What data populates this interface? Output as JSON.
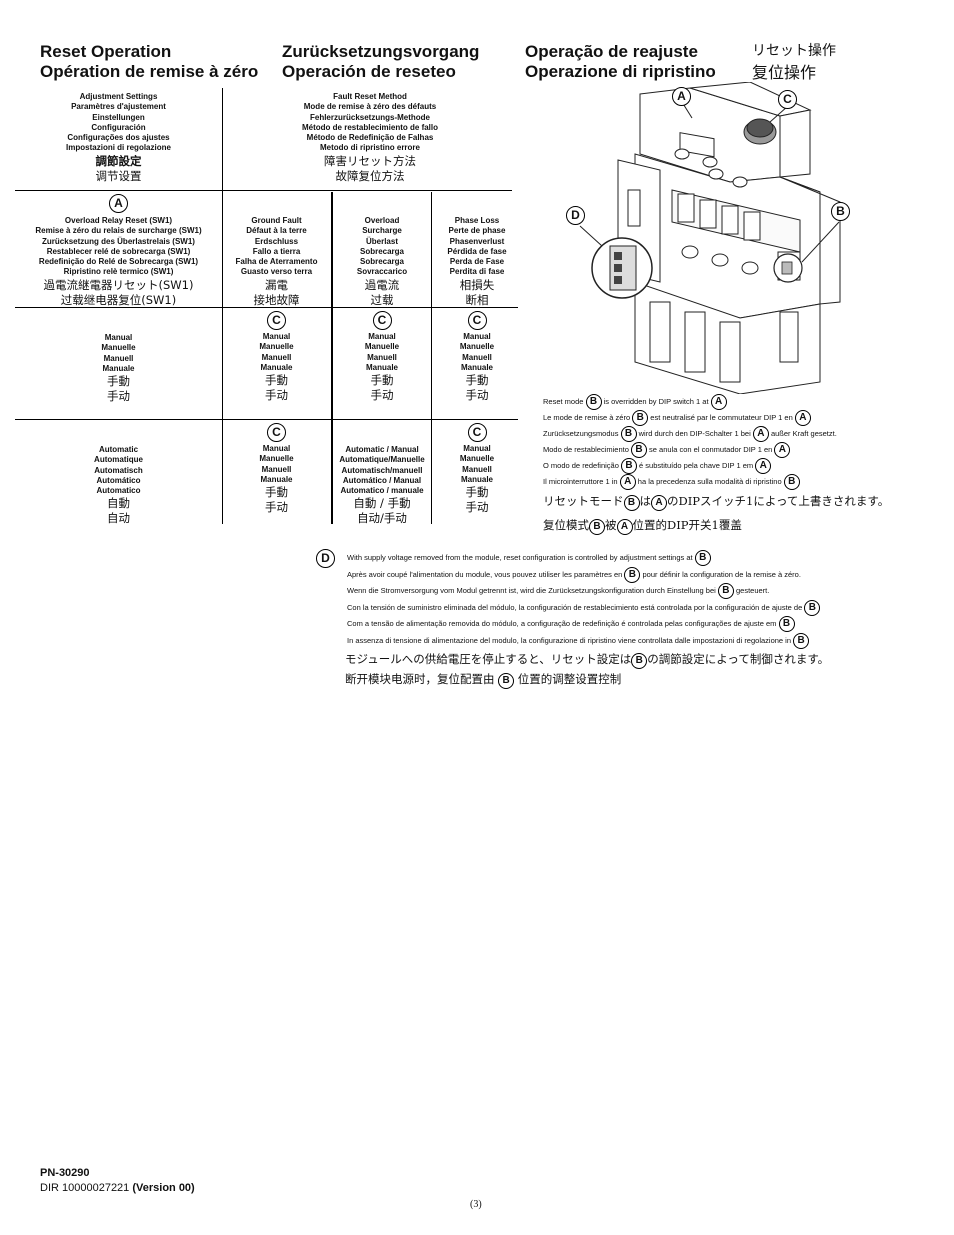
{
  "headers": {
    "col1": [
      "Reset Operation",
      "Opération de remise à zéro"
    ],
    "col2": [
      "Zurücksetzungsvorgang",
      "Operación de reseteo"
    ],
    "col3": [
      "Operação de reajuste",
      "Operazione di ripristino"
    ],
    "col4": [
      "リセット操作",
      "复位操作"
    ]
  },
  "table": {
    "adjust_header": [
      "Adjustment Settings",
      "Paramètres d'ajustement",
      "Einstellungen",
      "Configuración",
      "Configurações dos ajustes",
      "Impostazioni di regolazione"
    ],
    "adjust_header_cjk": [
      "調節設定",
      "调节设置"
    ],
    "fault_header": [
      "Fault Reset Method",
      "Mode de remise à zéro des défauts",
      "Fehlerzurücksetzungs-Methode",
      "Método de restablecimiento de fallo",
      "Método de Redefinição de Falhas",
      "Metodo di ripristino errore"
    ],
    "fault_header_cjk": [
      "障害リセット方法",
      "故障复位方法"
    ],
    "overload_relay": {
      "marker": "A",
      "lines": [
        "Overload Relay Reset (SW1)",
        "Remise à zéro du relais de surcharge (SW1)",
        "Zurücksetzung des Überlastrelais (SW1)",
        "Restablecer relé de sobrecarga (SW1)",
        "Redefinição do Relé de Sobrecarga (SW1)",
        "Ripristino relè termico (SW1)"
      ],
      "cjk": [
        "過電流継電器リセット(SW1)",
        "过载继电器复位(SW1)"
      ]
    },
    "ground_fault": {
      "lines": [
        "Ground Fault",
        "Défaut à la terre",
        "Erdschluss",
        "Fallo a tierra",
        "Falha de Aterramento",
        "Guasto verso terra"
      ],
      "cjk": [
        "漏電",
        "接地故障"
      ]
    },
    "overload": {
      "lines": [
        "Overload",
        "Surcharge",
        "Überlast",
        "Sobrecarga",
        "Sobrecarga",
        "Sovraccarico"
      ],
      "cjk": [
        "過電流",
        "过载"
      ]
    },
    "phase_loss": {
      "lines": [
        "Phase Loss",
        "Perte de phase",
        "Phasenverlust",
        "Pérdida de fase",
        "Perda de Fase",
        "Perdita di fase"
      ],
      "cjk": [
        "相損失",
        "断相"
      ]
    },
    "manual": {
      "lines": [
        "Manual",
        "Manuelle",
        "Manuell",
        "Manuale"
      ],
      "cjk": [
        "手動",
        "手动"
      ]
    },
    "automatic": {
      "lines": [
        "Automatic",
        "Automatique",
        "Automatisch",
        "Automático",
        "Automatico"
      ],
      "cjk": [
        "自動",
        "自动"
      ]
    },
    "auto_manual": {
      "lines": [
        "Automatic / Manual",
        "Automatique/Manuelle",
        "Automatisch/manuell",
        "Automático / Manual",
        "Automatico / manuale"
      ],
      "cjk": [
        "自動 / 手動",
        "自动/手动"
      ]
    },
    "marker_c": "C"
  },
  "figure": {
    "labels": [
      "A",
      "B",
      "C",
      "D"
    ]
  },
  "note_b": [
    {
      "pre": "Reset mode ",
      "m1": "B",
      "mid": " is overridden by DIP switch 1 at ",
      "m2": "A",
      "post": ""
    },
    {
      "pre": "Le mode de remise à zéro ",
      "m1": "B",
      "mid": " est neutralisé par le commutateur DIP 1 en ",
      "m2": "A",
      "post": ""
    },
    {
      "pre": "Zurücksetzungsmodus ",
      "m1": "B",
      "mid": " wird durch den DIP-Schalter 1 bei ",
      "m2": "A",
      "post": " außer Kraft gesetzt."
    },
    {
      "pre": "Modo de restablecimiento ",
      "m1": "B",
      "mid": " se anula con el conmutador DIP 1 en ",
      "m2": "A",
      "post": ""
    },
    {
      "pre": "O modo de redefinição ",
      "m1": "B",
      "mid": " é substituído pela chave DIP 1 em ",
      "m2": "A",
      "post": ""
    },
    {
      "pre": "Il microinterruttore 1 in ",
      "m1": "A",
      "mid": " ha la precedenza sulla modalità di ripristino ",
      "m2": "B",
      "post": ""
    }
  ],
  "note_b_cjk": [
    {
      "pre": "リセットモード",
      "m1": "B",
      "mid": "は",
      "m2": "A",
      "post": "のDIPスイッチ1によって上書きされます。"
    },
    {
      "pre": "复位模式",
      "m1": "B",
      "mid": "被",
      "m2": "A",
      "post": "位置的DIP开关1覆盖"
    }
  ],
  "note_d": {
    "marker": "D",
    "lines": [
      {
        "text": "With supply voltage removed from the module, reset configuration is controlled by adjustment settings at ",
        "m": "B",
        "post": ""
      },
      {
        "text": "Après avoir coupé l'alimentation du module, vous pouvez utiliser les paramètres en ",
        "m": "B",
        "post": " pour définir la configuration de la remise à zéro."
      },
      {
        "text": "Wenn die Stromversorgung vom Modul getrennt ist, wird die Zurücksetzungskonfiguration durch Einstellung bei ",
        "m": "B",
        "post": " gesteuert."
      },
      {
        "text": "Con la tensión de suministro eliminada del módulo, la configuración de restablecimiento está controlada por la configuración de ajuste de ",
        "m": "B",
        "post": ""
      },
      {
        "text": "Com a tensão de alimentação removida do módulo, a configuração de redefinição é controlada pelas configurações de ajuste em ",
        "m": "B",
        "post": ""
      },
      {
        "text": "In assenza di tensione di alimentazione del modulo, la configurazione di ripristino viene controllata dalle impostazioni di regolazione in ",
        "m": "B",
        "post": ""
      }
    ],
    "cjk": [
      {
        "text": "モジュールへの供給電圧を停止すると、リセット設定は",
        "m": "B",
        "post": "の調節設定によって制御されます。"
      },
      {
        "text": "断开模块电源时，复位配置由 ",
        "m": "B",
        "post": " 位置的调整设置控制"
      }
    ]
  },
  "footer": {
    "pn": "PN-30290",
    "dir": "DIR 10000027221 ",
    "version": "(Version 00)",
    "page": "(3)"
  }
}
